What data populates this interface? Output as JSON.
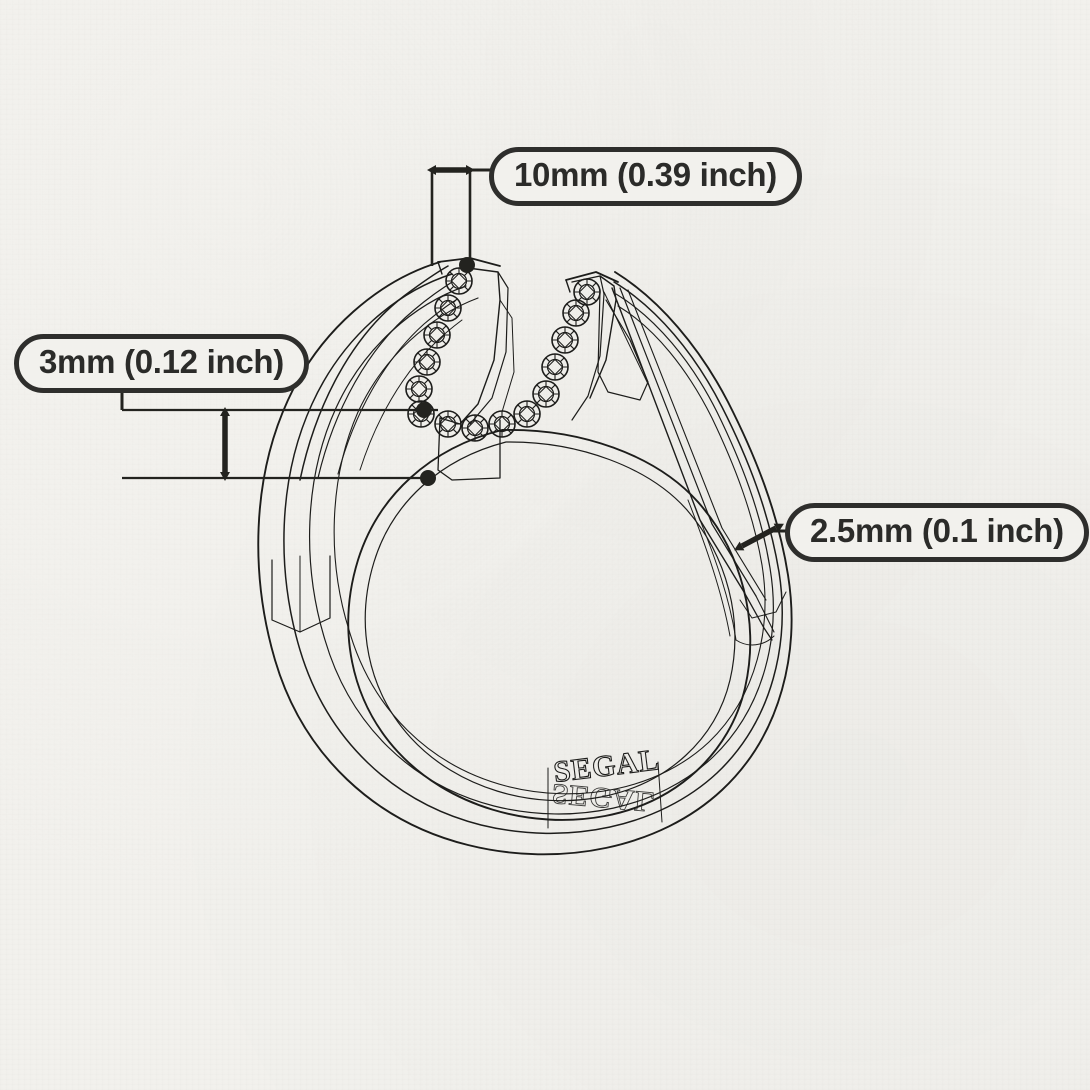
{
  "drawing": {
    "subject": "ring",
    "view": "side profile technical line drawing",
    "engraving": "SEGAL",
    "background_color": "#f2f1ed",
    "line_color": "#1d1d1b",
    "label_text_color": "#2b2b29",
    "label_border_color": "#2e2e2c"
  },
  "dimensions": {
    "width": {
      "label": "10mm (0.39 inch)",
      "value_mm": 10,
      "value_inch": 0.39,
      "measures": "setting width across top",
      "arrow": "horizontal-double-arrow"
    },
    "height": {
      "label": "3mm (0.12 inch)",
      "value_mm": 3,
      "value_inch": 0.12,
      "measures": "setting height",
      "arrow": "vertical-double-arrow"
    },
    "thickness": {
      "label": "2.5mm (0.1 inch)",
      "value_mm": 2.5,
      "value_inch": 0.1,
      "measures": "band thickness",
      "arrow": "diagonal-double-arrow"
    }
  }
}
